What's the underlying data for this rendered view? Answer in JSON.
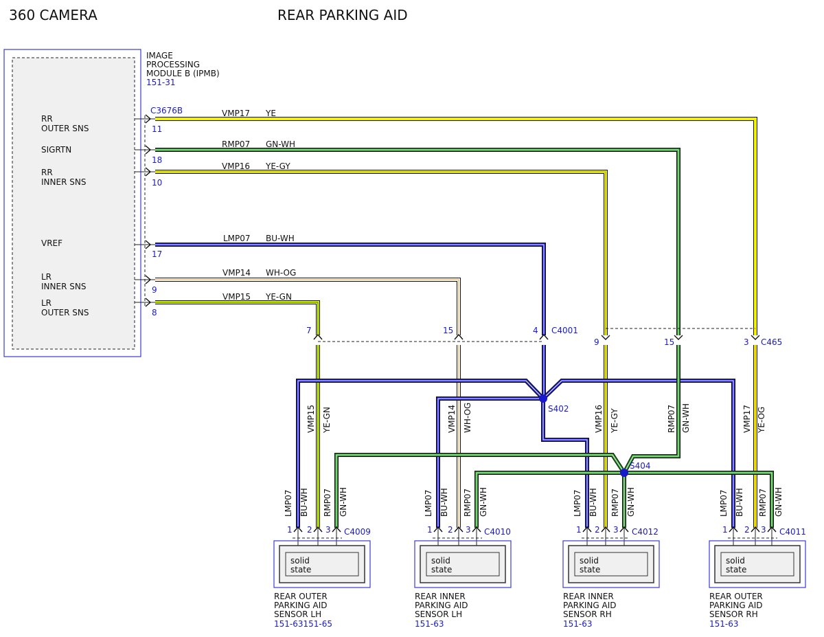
{
  "headers": {
    "left": "360 CAMERA",
    "center": "REAR PARKING AID"
  },
  "module": {
    "title_lines": [
      "IMAGE",
      "PROCESSING",
      "MODULE B (IPMB)"
    ],
    "ref": "151-31",
    "connector": "C3676B",
    "labels": {
      "rr_outer": [
        "RR",
        "OUTER SNS"
      ],
      "sigrtn": [
        "SIGRTN"
      ],
      "rr_inner": [
        "RR",
        "INNER SNS"
      ],
      "vref": [
        "VREF"
      ],
      "lr_inner": [
        "LR",
        "INNER SNS"
      ],
      "lr_outer": [
        "LR",
        "OUTER SNS"
      ]
    },
    "pins": {
      "rr_outer": "11",
      "sigrtn": "18",
      "rr_inner": "10",
      "vref": "17",
      "lr_inner": "9",
      "lr_outer": "8"
    }
  },
  "wires": {
    "w11": {
      "circuit": "VMP17",
      "color": "YE"
    },
    "w18": {
      "circuit": "RMP07",
      "color": "GN-WH"
    },
    "w10": {
      "circuit": "VMP16",
      "color": "YE-GY"
    },
    "w17": {
      "circuit": "LMP07",
      "color": "BU-WH"
    },
    "w9": {
      "circuit": "VMP14",
      "color": "WH-OG"
    },
    "w8": {
      "circuit": "VMP15",
      "color": "YE-GN"
    }
  },
  "inline_connectors": {
    "c4001": {
      "name": "C4001",
      "pins": [
        "7",
        "15",
        "4"
      ]
    },
    "c465": {
      "name": "C465",
      "pins": [
        "9",
        "15",
        "3"
      ]
    }
  },
  "splices": {
    "s402": "S402",
    "s404": "S404"
  },
  "vertical_labels": {
    "vmp15": "VMP15",
    "ye_gn": "YE-GN",
    "vmp14": "VMP14",
    "wh_og": "WH-OG",
    "vmp16": "VMP16",
    "ye_gy": "YE-GY",
    "rmp07": "RMP07",
    "gn_wh": "GN-WH",
    "vmp17": "VMP17",
    "ye_og": "YE-OG",
    "lmp07": "LMP07",
    "bu_wh": "BU-WH"
  },
  "sensors": [
    {
      "connector": "C4009",
      "pins": [
        "1",
        "2",
        "3"
      ],
      "label": "solid",
      "label2": "state",
      "name": [
        "REAR OUTER",
        "PARKING AID",
        "SENSOR LH"
      ],
      "ref": "151-63151-65"
    },
    {
      "connector": "C4010",
      "pins": [
        "1",
        "2",
        "3"
      ],
      "label": "solid",
      "label2": "state",
      "name": [
        "REAR INNER",
        "PARKING AID",
        "SENSOR LH"
      ],
      "ref": "151-63"
    },
    {
      "connector": "C4012",
      "pins": [
        "1",
        "2",
        "3"
      ],
      "label": "solid",
      "label2": "state",
      "name": [
        "REAR INNER",
        "PARKING AID",
        "SENSOR RH"
      ],
      "ref": "151-63"
    },
    {
      "connector": "C4011",
      "pins": [
        "1",
        "2",
        "3"
      ],
      "label": "solid",
      "label2": "state",
      "name": [
        "REAR OUTER",
        "PARKING AID",
        "SENSOR RH"
      ],
      "ref": "151-63"
    }
  ],
  "colors": {
    "yellow": "#f2f200",
    "green": "#1f8a1f",
    "blue": "#1a1acc",
    "white": "#ffffff",
    "orange": "#e8a040",
    "gray": "#9a9a9a",
    "frame": "#3a3ad8",
    "panel": "#f0f0f0"
  }
}
